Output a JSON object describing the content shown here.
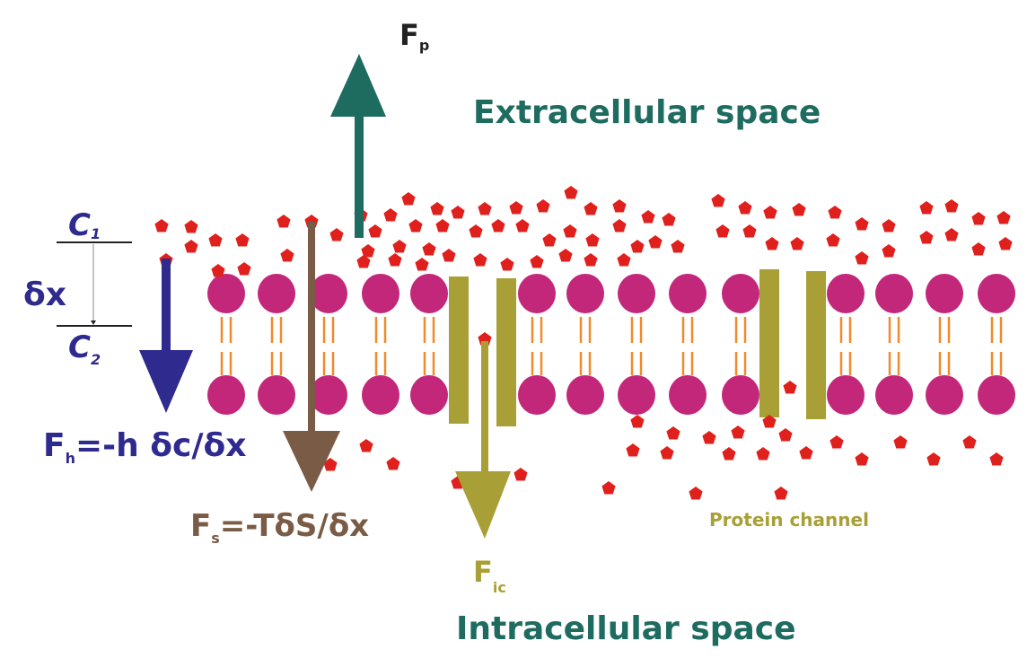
{
  "labels": {
    "fp": "F",
    "fp_sub": "p",
    "extracellular": "Extracellular space",
    "intracellular": "Intracellular space",
    "c1": "C",
    "c1_sub": "1",
    "c2": "C",
    "c2_sub": "2",
    "dx": "δx",
    "fh": "F",
    "fh_sub": "h",
    "fh_eq": "=-h δc/δx",
    "fs": "F",
    "fs_sub": "s",
    "fs_eq": "=-TδS/δx",
    "fic": "F",
    "fic_sub": "ic",
    "protein_channel": "Protein channel"
  },
  "colors": {
    "teal": "#1e6b60",
    "blue": "#2f2a8e",
    "brown": "#7a5b45",
    "olive": "#a8a036",
    "lipid_head": "#c2277a",
    "lipid_tail": "#f08a2a",
    "solute": "#e0201c"
  }
}
